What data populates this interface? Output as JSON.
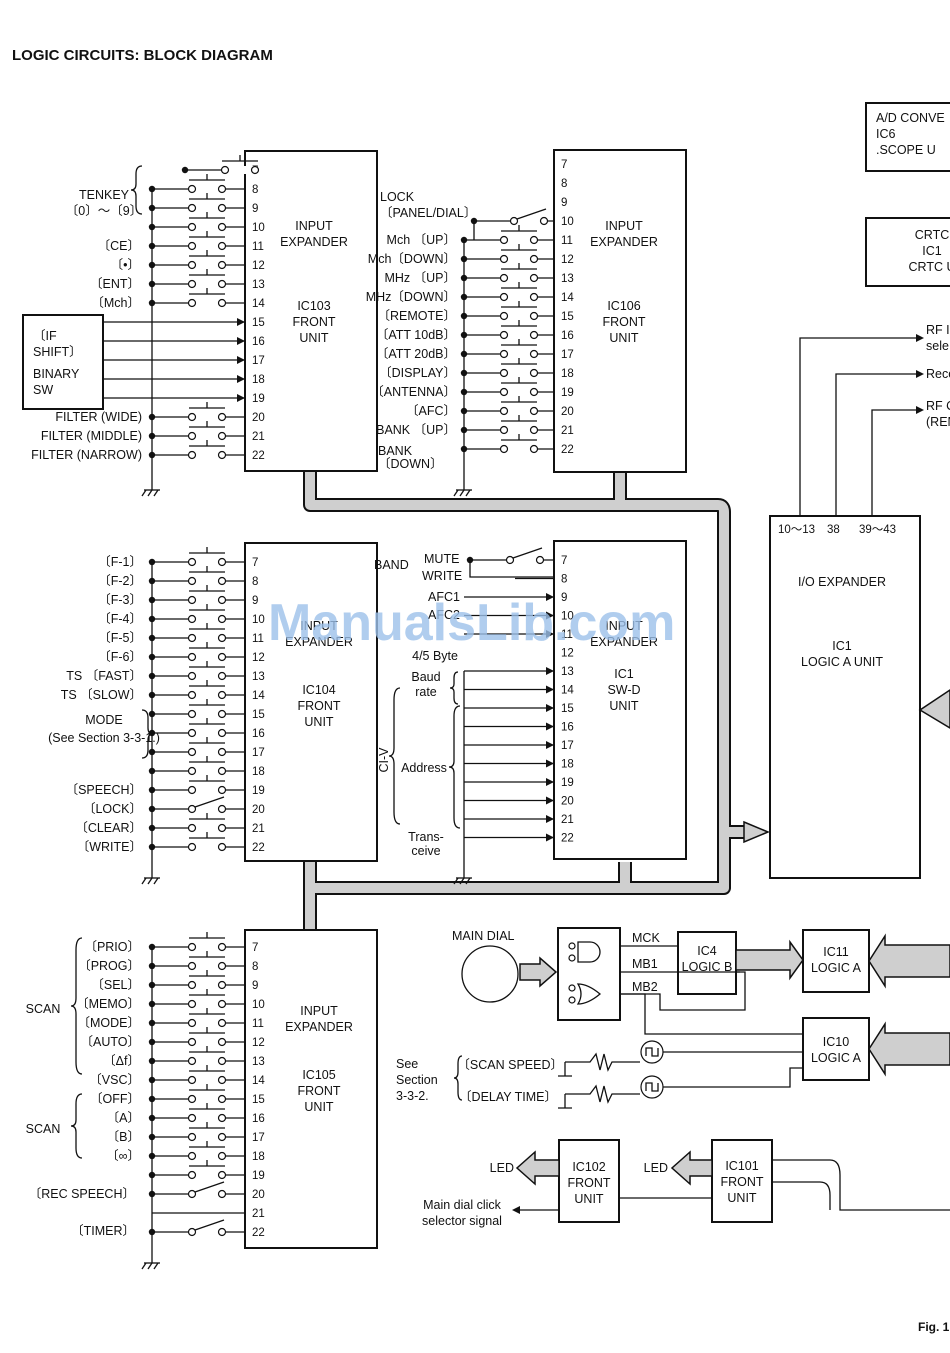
{
  "title": "LOGIC CIRCUITS: BLOCK DIAGRAM",
  "figure_label": "Fig. 1",
  "watermark": "ManualsLib.com",
  "pins_7_22": [
    "7",
    "8",
    "9",
    "10",
    "11",
    "12",
    "13",
    "14",
    "15",
    "16",
    "17",
    "18",
    "19",
    "20",
    "21",
    "22"
  ],
  "ic103": {
    "lines": [
      "INPUT",
      "EXPANDER",
      "",
      "",
      "",
      "IC103",
      "FRONT",
      "UNIT"
    ],
    "tenkey": [
      "TENKEY",
      "〔0〕～〔9〕"
    ],
    "labels": [
      "〔CE〕",
      "〔•〕",
      "〔ENT〕",
      "〔Mch〕"
    ],
    "side_box": [
      "〔IF",
      "SHIFT〕",
      "BINARY",
      "SW"
    ],
    "filters": [
      "FILTER (WIDE)",
      "FILTER (MIDDLE)",
      "FILTER (NARROW)"
    ]
  },
  "ic106": {
    "lines": [
      "INPUT",
      "EXPANDER",
      "",
      "",
      "",
      "IC106",
      "FRONT",
      "UNIT"
    ],
    "lock": [
      "LOCK",
      "〔PANEL/DIAL〕"
    ],
    "labels": [
      "Mch 〔UP〕",
      "Mch〔DOWN〕",
      "MHz 〔UP〕",
      "MHz〔DOWN〕",
      "〔REMOTE〕",
      "〔ATT 10dB〕",
      "〔ATT 20dB〕",
      "〔DISPLAY〕",
      "〔ANTENNA〕",
      "〔AFC〕",
      "BANK 〔UP〕"
    ],
    "bank_down": [
      "BANK",
      "〔DOWN〕"
    ]
  },
  "ic104": {
    "lines": [
      "INPUT",
      "EXPANDER",
      "",
      "",
      "IC104",
      "FRONT",
      "UNIT"
    ],
    "labels": [
      "〔F-1〕",
      "〔F-2〕",
      "〔F-3〕",
      "〔F-4〕",
      "〔F-5〕",
      "〔F-6〕",
      "TS 〔FAST〕",
      "TS 〔SLOW〕"
    ],
    "mode": [
      "MODE",
      "(See Section 3-3-1.)"
    ],
    "labels2": [
      "〔SPEECH〕",
      "〔LOCK〕",
      "〔CLEAR〕",
      "〔WRITE〕"
    ]
  },
  "ic1swd": {
    "lines": [
      "INPUT",
      "EXPANDER",
      "",
      "IC1",
      "SW-D",
      "UNIT"
    ],
    "band": [
      "BAND",
      "MUTE",
      "WRITE"
    ],
    "afc": [
      "AFC1",
      "AFC2"
    ],
    "byte": "4/5 Byte",
    "baud": [
      "Baud",
      "rate"
    ],
    "civ": "CI-V",
    "address": "Address",
    "transceive": [
      "Trans-",
      "ceive"
    ]
  },
  "ic105": {
    "lines": [
      "INPUT",
      "EXPANDER",
      "",
      "",
      "IC105",
      "FRONT",
      "UNIT"
    ],
    "scan1_label": "SCAN",
    "scan1": [
      "〔PRIO〕",
      "〔PROG〕",
      "〔SEL〕",
      "〔MEMO〕",
      "〔MODE〕",
      "〔AUTO〕",
      "〔Δf〕",
      "〔VSC〕"
    ],
    "scan2_label": "SCAN",
    "scan2": [
      "〔OFF〕",
      "〔A〕",
      "〔B〕",
      "〔∞〕"
    ],
    "rec": "〔REC SPEECH〕",
    "timer": "〔TIMER〕"
  },
  "io_expander": {
    "pins": [
      "10～13",
      "38",
      "39～43"
    ],
    "lines": [
      "I/O EXPANDER",
      "",
      "",
      "",
      "IC1",
      "LOGIC A UNIT"
    ]
  },
  "right_top": {
    "adc": [
      "A/D CONVE",
      "IC6",
      ".SCOPE U"
    ],
    "crtc": [
      "CRTC",
      "IC1",
      "CRTC U"
    ],
    "rf1": [
      "RF I",
      "sele"
    ],
    "rec": "Reco",
    "rf2": [
      "RF C",
      "(REM"
    ]
  },
  "dial": {
    "main_dial": "MAIN DIAL",
    "mck": "MCK",
    "mb1": "MB1",
    "mb2": "MB2",
    "ic4": [
      "IC4",
      "LOGIC B"
    ],
    "ic11": [
      "IC11",
      "LOGIC A"
    ],
    "ic10": [
      "IC10",
      "LOGIC A"
    ],
    "see": [
      "See",
      "Section",
      "3-3-2."
    ],
    "scan_speed": "〔SCAN SPEED〕",
    "delay_time": "〔DELAY TIME〕"
  },
  "bottom": {
    "ic102": [
      "IC102",
      "FRONT",
      "UNIT"
    ],
    "ic101": [
      "IC101",
      "FRONT",
      "UNIT"
    ],
    "led": "LED",
    "led2": "LED",
    "click": [
      "Main dial click",
      "selector signal"
    ]
  }
}
